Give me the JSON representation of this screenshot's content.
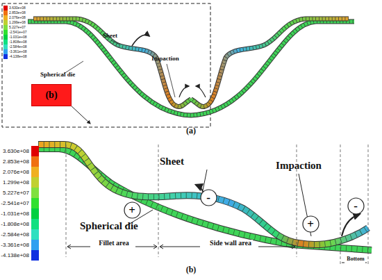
{
  "diagram": {
    "nodes": [
      {
        "text": [
          "(b)"
        ]
      },
      {
        "text": [
          "+"
        ]
      },
      {
        "text": [
          "-"
        ]
      },
      {
        "text": [
          "+"
        ]
      },
      {
        "text": [
          "-"
        ]
      }
    ],
    "labels": [
      "Sheet",
      "Impaction",
      "Spherical die",
      "(a)",
      "Sheet",
      "Impaction",
      "Spherical die",
      "Fillet area",
      "Side wall area",
      "Bottom",
      "(b)"
    ],
    "legend": [
      {
        "text": "3.630e+08",
        "color": "#e00000"
      },
      {
        "text": "2.853e+08",
        "color": "#f07010"
      },
      {
        "text": "2.076e+08",
        "color": "#f0b020"
      },
      {
        "text": "1.299e+08",
        "color": "#c0d030"
      },
      {
        "text": "5.227e+07",
        "color": "#80e040"
      },
      {
        "text": "-2.541e+07",
        "color": "#30e030"
      },
      {
        "text": "-1.031e+08",
        "color": "#00d040"
      },
      {
        "text": "-1.808e+08",
        "color": "#10e080"
      },
      {
        "text": "-2.584e+08",
        "color": "#30e0c0"
      },
      {
        "text": "-3.361e+08",
        "color": "#30a0f0"
      },
      {
        "text": "-4.138e+08",
        "color": "#1030e0"
      },
      {
        "text": "3.630e+08",
        "color": "#e00000"
      },
      {
        "text": "2.853e+08",
        "color": "#f07010"
      },
      {
        "text": "2.076e+08",
        "color": "#f0b020"
      },
      {
        "text": "1.299e+08",
        "color": "#c0d030"
      },
      {
        "text": "5.227e+07",
        "color": "#80e040"
      },
      {
        "text": "-2.541e+07",
        "color": "#30e030"
      },
      {
        "text": "-1.031e+08",
        "color": "#00d040"
      },
      {
        "text": "-1.808e+08",
        "color": "#10e080"
      },
      {
        "text": "-2.584e+08",
        "color": "#30e0c0"
      },
      {
        "text": "-3.361e+08",
        "color": "#30a0f0"
      },
      {
        "text": "-4.138e+08",
        "color": "#1030e0"
      }
    ]
  }
}
